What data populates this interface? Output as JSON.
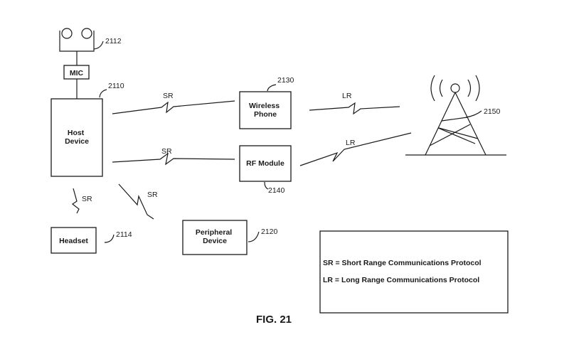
{
  "figure": {
    "caption": "FIG. 21",
    "nodes": {
      "mic": {
        "label": "MIC",
        "ref": "2112"
      },
      "host": {
        "label_lines": [
          "Host",
          "Device"
        ],
        "ref": "2110"
      },
      "wireless_phone": {
        "label_lines": [
          "Wireless",
          "Phone"
        ],
        "ref": "2130"
      },
      "rf_module": {
        "label": "RF Module",
        "ref": "2140"
      },
      "tower": {
        "ref": "2150"
      },
      "headset": {
        "label": "Headset",
        "ref": "2114"
      },
      "peripheral": {
        "label_lines": [
          "Peripheral",
          "Device"
        ],
        "ref": "2120"
      }
    },
    "links": {
      "host_phone": "SR",
      "host_rf": "SR",
      "host_headset": "SR",
      "host_peripheral": "SR",
      "phone_tower": "LR",
      "rf_tower": "LR"
    },
    "legend": {
      "sr": "SR = Short Range Communications Protocol",
      "lr": "LR = Long Range Communications Protocol"
    }
  }
}
